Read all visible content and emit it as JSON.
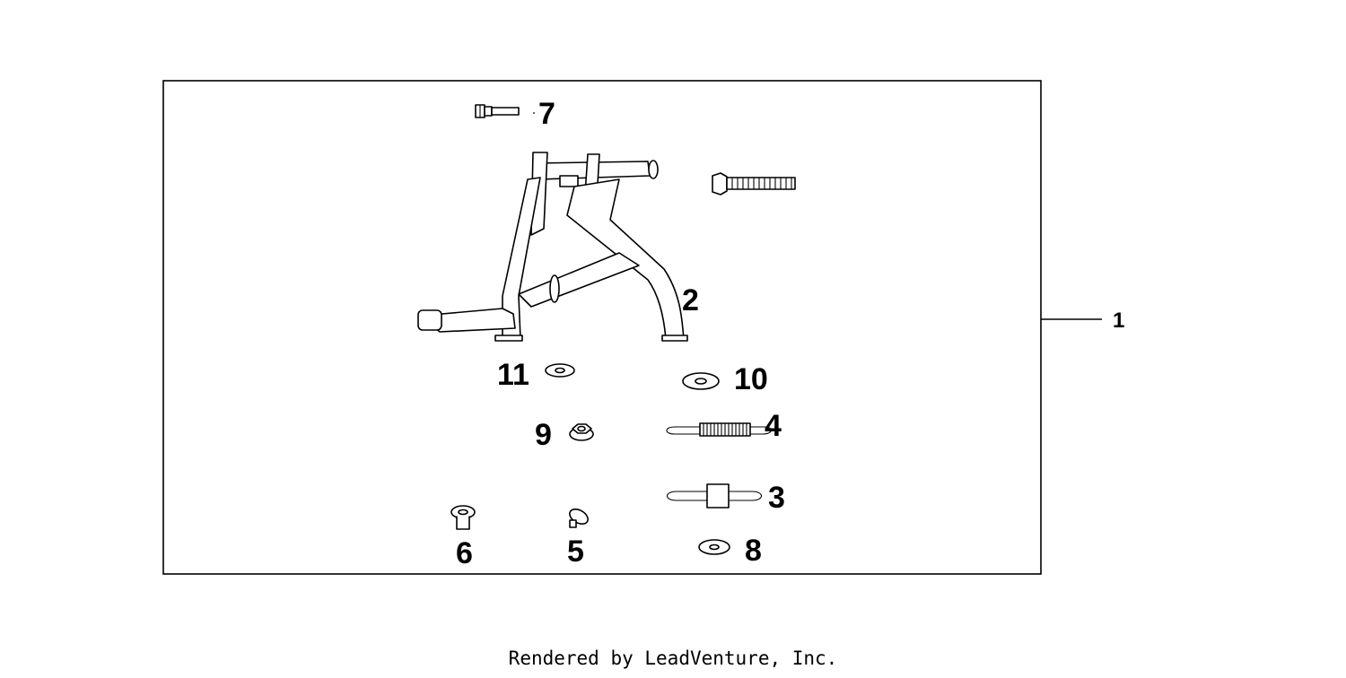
{
  "callouts": {
    "c1": "1",
    "c2": "2",
    "c3": "3",
    "c4": "4",
    "c5": "5",
    "c6": "6",
    "c7": "7",
    "c8": "8",
    "c9": "9",
    "c10": "10",
    "c11": "11"
  },
  "footer": {
    "text": "Rendered by LeadVenture, Inc."
  },
  "colors": {
    "line": "#000000",
    "background": "#ffffff"
  }
}
